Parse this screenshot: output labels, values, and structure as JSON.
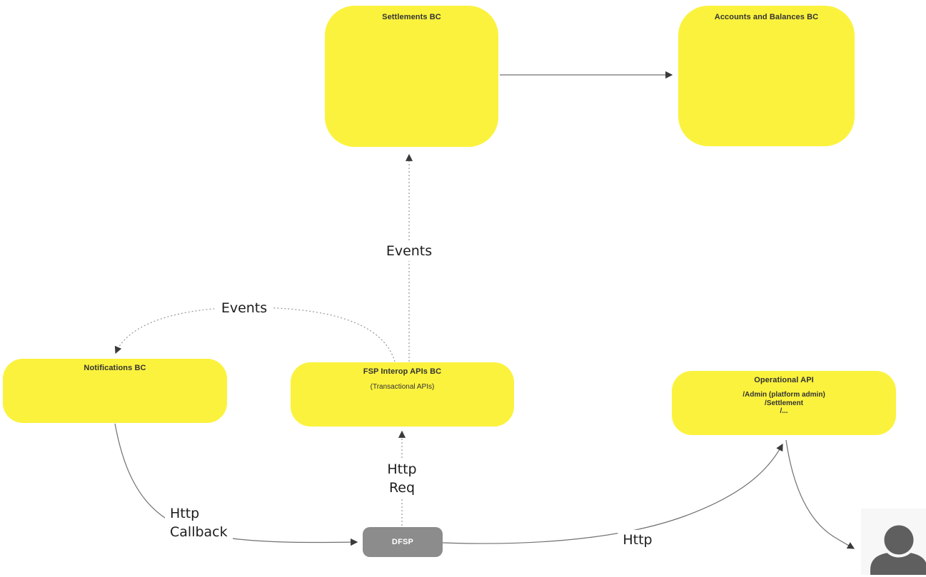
{
  "diagram": {
    "nodes": {
      "settlements": {
        "title": "Settlements BC"
      },
      "accounts": {
        "title": "Accounts and Balances BC"
      },
      "notifications": {
        "title": "Notifications BC"
      },
      "fsp_interop": {
        "title": "FSP Interop APIs BC",
        "subtitle": "(Transactional APIs)"
      },
      "operational_api": {
        "title": "Operational API",
        "lines": [
          "/Admin (platform admin)",
          "/Settlement",
          "/..."
        ]
      },
      "dfsp": {
        "title": "DFSP"
      }
    },
    "edges": {
      "fsp_to_settlements": {
        "label": "Events"
      },
      "fsp_to_notifications": {
        "label": "Events"
      },
      "dfsp_to_fsp": {
        "label_line1": "Http",
        "label_line2": "Req"
      },
      "notifications_to_dfsp": {
        "label_line1": "Http",
        "label_line2": "Callback"
      },
      "dfsp_to_operational": {
        "label": "Http"
      }
    },
    "icons": {
      "person": "person-icon"
    },
    "colors": {
      "node_yellow": "#FBF23E",
      "node_text": "#333333",
      "dfsp_gray": "#8C8C8C",
      "person_dark": "#5F5F5F",
      "person_bg": "#F7F7F7",
      "edge_solid": "#707070",
      "edge_dotted": "#979797",
      "arrowhead": "#3A3A3A",
      "label_text": "#1C1C1C"
    }
  }
}
